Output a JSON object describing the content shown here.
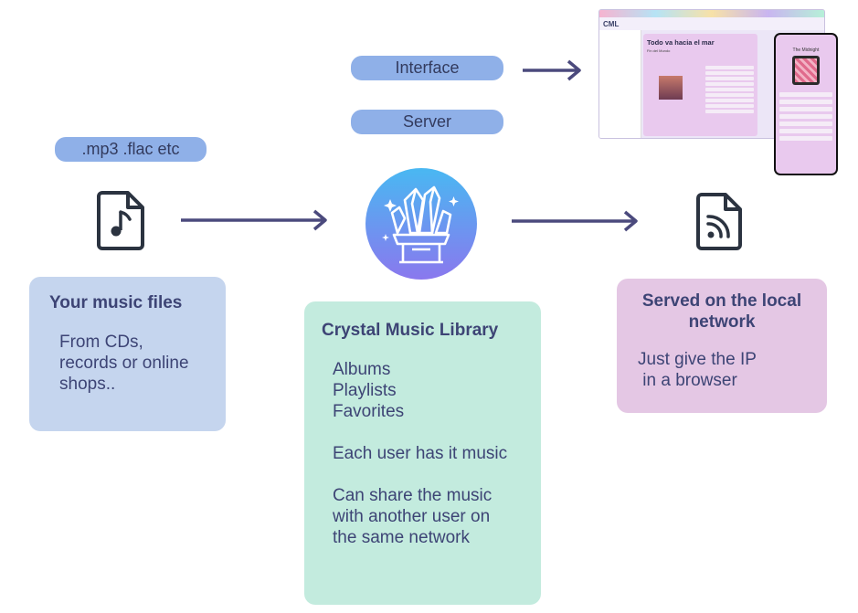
{
  "pills": {
    "formats": ".mp3 .flac etc",
    "interface": "Interface",
    "server": "Server"
  },
  "boxes": {
    "music_files": {
      "title": "Your music files",
      "text": "From CDs,\nrecords or online\nshops.."
    },
    "library": {
      "title": "Crystal Music Library",
      "text": "Albums\nPlaylists\nFavorites\n\nEach user has it music\n\nCan share the music\nwith another user on\nthe same network"
    },
    "served": {
      "title": "Served on the local\nnetwork",
      "text": "Just give the IP\n in a browser"
    }
  },
  "screenshot": {
    "app_name": "CML",
    "album_title": "Todo va hacia el mar",
    "album_artist": "Fin del Mundo",
    "phone_title": "The Midnight"
  },
  "colors": {
    "pill": "#8fb0e8",
    "files_box": "#c5d5ee",
    "library_box": "#c3ebde",
    "served_box": "#e4c7e4",
    "arrow": "#4b4a7d",
    "icon": "#2b3340"
  },
  "icons": [
    "music-file-icon",
    "crystal-logo-icon",
    "rss-file-icon"
  ]
}
